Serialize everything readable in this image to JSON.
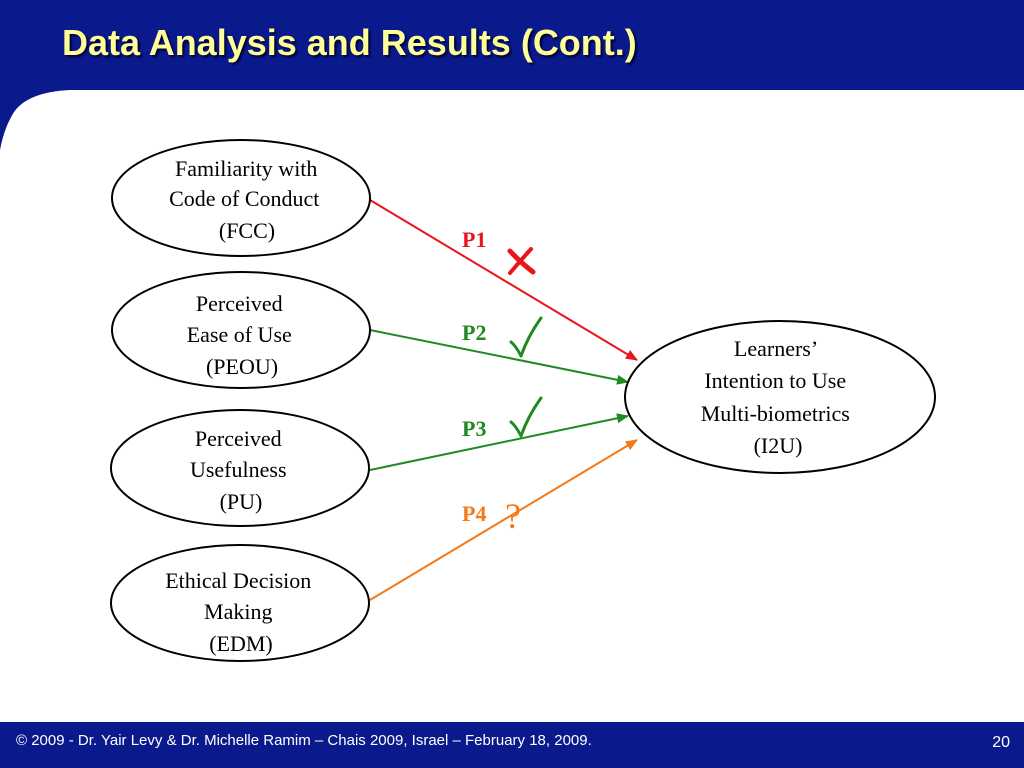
{
  "slide": {
    "title": "Data Analysis and Results (Cont.)",
    "footer": "© 2009 - Dr. Yair Levy & Dr. Michelle Ramim – Chais 2009, Israel – February 18, 2009.",
    "page_number": "20"
  },
  "colors": {
    "header_blue": "#0a1a8c",
    "title_yellow": "#ffff99",
    "p1_red": "#e8161c",
    "p2_p3_green": "#1f8a1f",
    "p4_orange": "#f27a1a"
  },
  "diagram": {
    "nodes": [
      {
        "id": "fcc",
        "lines": [
          "Familiarity with",
          "Code of Conduct",
          "(FCC)"
        ]
      },
      {
        "id": "peou",
        "lines": [
          "Perceived",
          "Ease of Use",
          "(PEOU)"
        ]
      },
      {
        "id": "pu",
        "lines": [
          "Perceived",
          "Usefulness",
          "(PU)"
        ]
      },
      {
        "id": "edm",
        "lines": [
          "Ethical Decision",
          "Making",
          "(EDM)"
        ]
      },
      {
        "id": "i2u",
        "lines": [
          "Learners’",
          "Intention to Use",
          "Multi-biometrics",
          "(I2U)"
        ]
      }
    ],
    "paths": [
      {
        "label": "P1",
        "from": "fcc",
        "to": "i2u",
        "result": "not supported",
        "mark_icon": "cross-icon"
      },
      {
        "label": "P2",
        "from": "peou",
        "to": "i2u",
        "result": "supported",
        "mark_icon": "checkmark-icon"
      },
      {
        "label": "P3",
        "from": "pu",
        "to": "i2u",
        "result": "supported",
        "mark_icon": "checkmark-icon"
      },
      {
        "label": "P4",
        "from": "edm",
        "to": "i2u",
        "result": "inconclusive",
        "mark_icon": "question-icon",
        "mark_text": "?"
      }
    ]
  }
}
